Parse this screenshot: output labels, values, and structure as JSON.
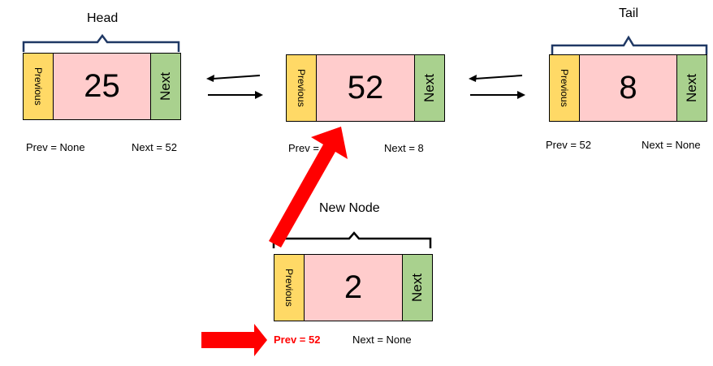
{
  "nodes": {
    "head": {
      "value": "25",
      "prev_label": "Previous",
      "next_label": "Next"
    },
    "middle": {
      "value": "52",
      "prev_label": "Previous",
      "next_label": "Next"
    },
    "tail": {
      "value": "8",
      "prev_label": "Previous",
      "next_label": "Next"
    },
    "new": {
      "value": "2",
      "prev_label": "Previous",
      "next_label": "Next"
    }
  },
  "titles": {
    "head": "Head",
    "tail": "Tail",
    "new_node": "New Node"
  },
  "pointers": {
    "head_prev": "Prev = None",
    "head_next": "Next = 52",
    "middle_prev": "Prev = 25",
    "middle_next": "Next = 8",
    "tail_prev": "Prev = 52",
    "tail_next": "Next = None",
    "new_prev": "Prev = 52",
    "new_next": "Next = None"
  },
  "colors": {
    "previous": "#FFD966",
    "value": "#FFCCCC",
    "next": "#A9D18E",
    "highlight": "#FF0000",
    "brace": "#1F3864"
  }
}
